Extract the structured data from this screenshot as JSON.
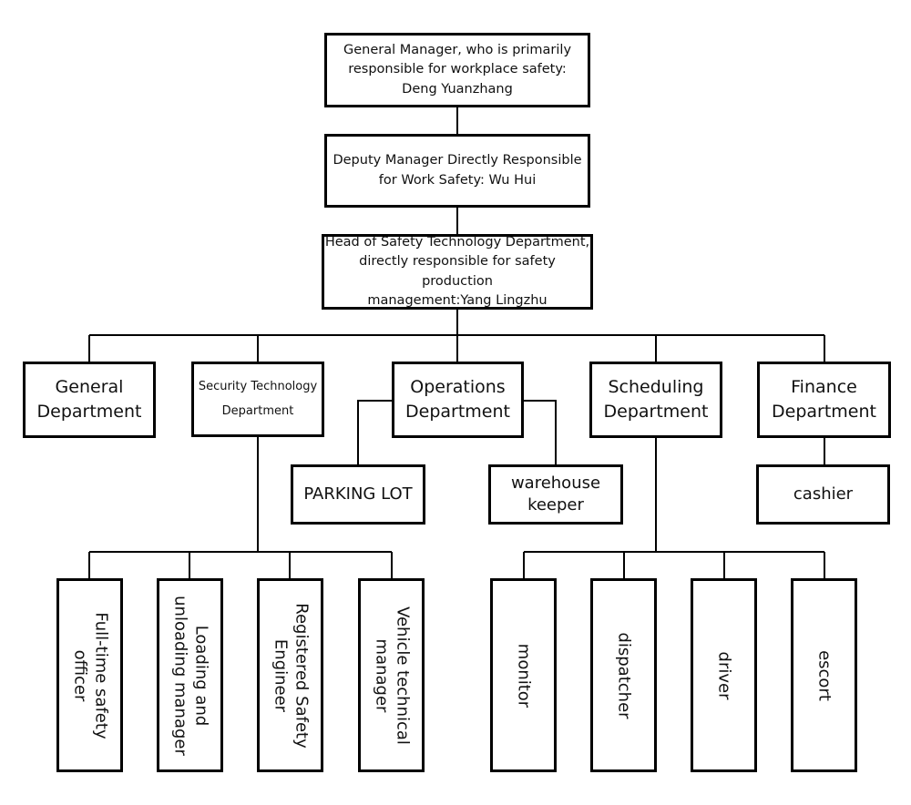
{
  "general_manager": "General Manager, who is primarily\nresponsible for workplace safety:\nDeng Yuanzhang",
  "deputy_manager": "Deputy Manager Directly Responsible\nfor Work Safety: Wu Hui",
  "safety_head": "Head of Safety Technology Department,\ndirectly responsible for safety production\nmanagement:Yang Lingzhu",
  "departments": {
    "general": "General\nDepartment",
    "security_technology": "Security Technology\nDepartment",
    "operations": "Operations\nDepartment",
    "scheduling": "Scheduling\nDepartment",
    "finance": "Finance\nDepartment"
  },
  "operations_units": {
    "parking_lot": "PARKING LOT",
    "warehouse_keeper": "warehouse\nkeeper"
  },
  "finance_units": {
    "cashier": "cashier"
  },
  "security_roles": {
    "safety_officer": "Full-time safety\nofficer",
    "loading_manager": "Loading and\nunloading manager",
    "safety_engineer": "Registered Safety\nEngineer",
    "vehicle_manager": "Vehicle technical\nmanager"
  },
  "scheduling_roles": {
    "monitor": "monitor",
    "dispatcher": "dispatcher",
    "driver": "driver",
    "escort": "escort"
  }
}
